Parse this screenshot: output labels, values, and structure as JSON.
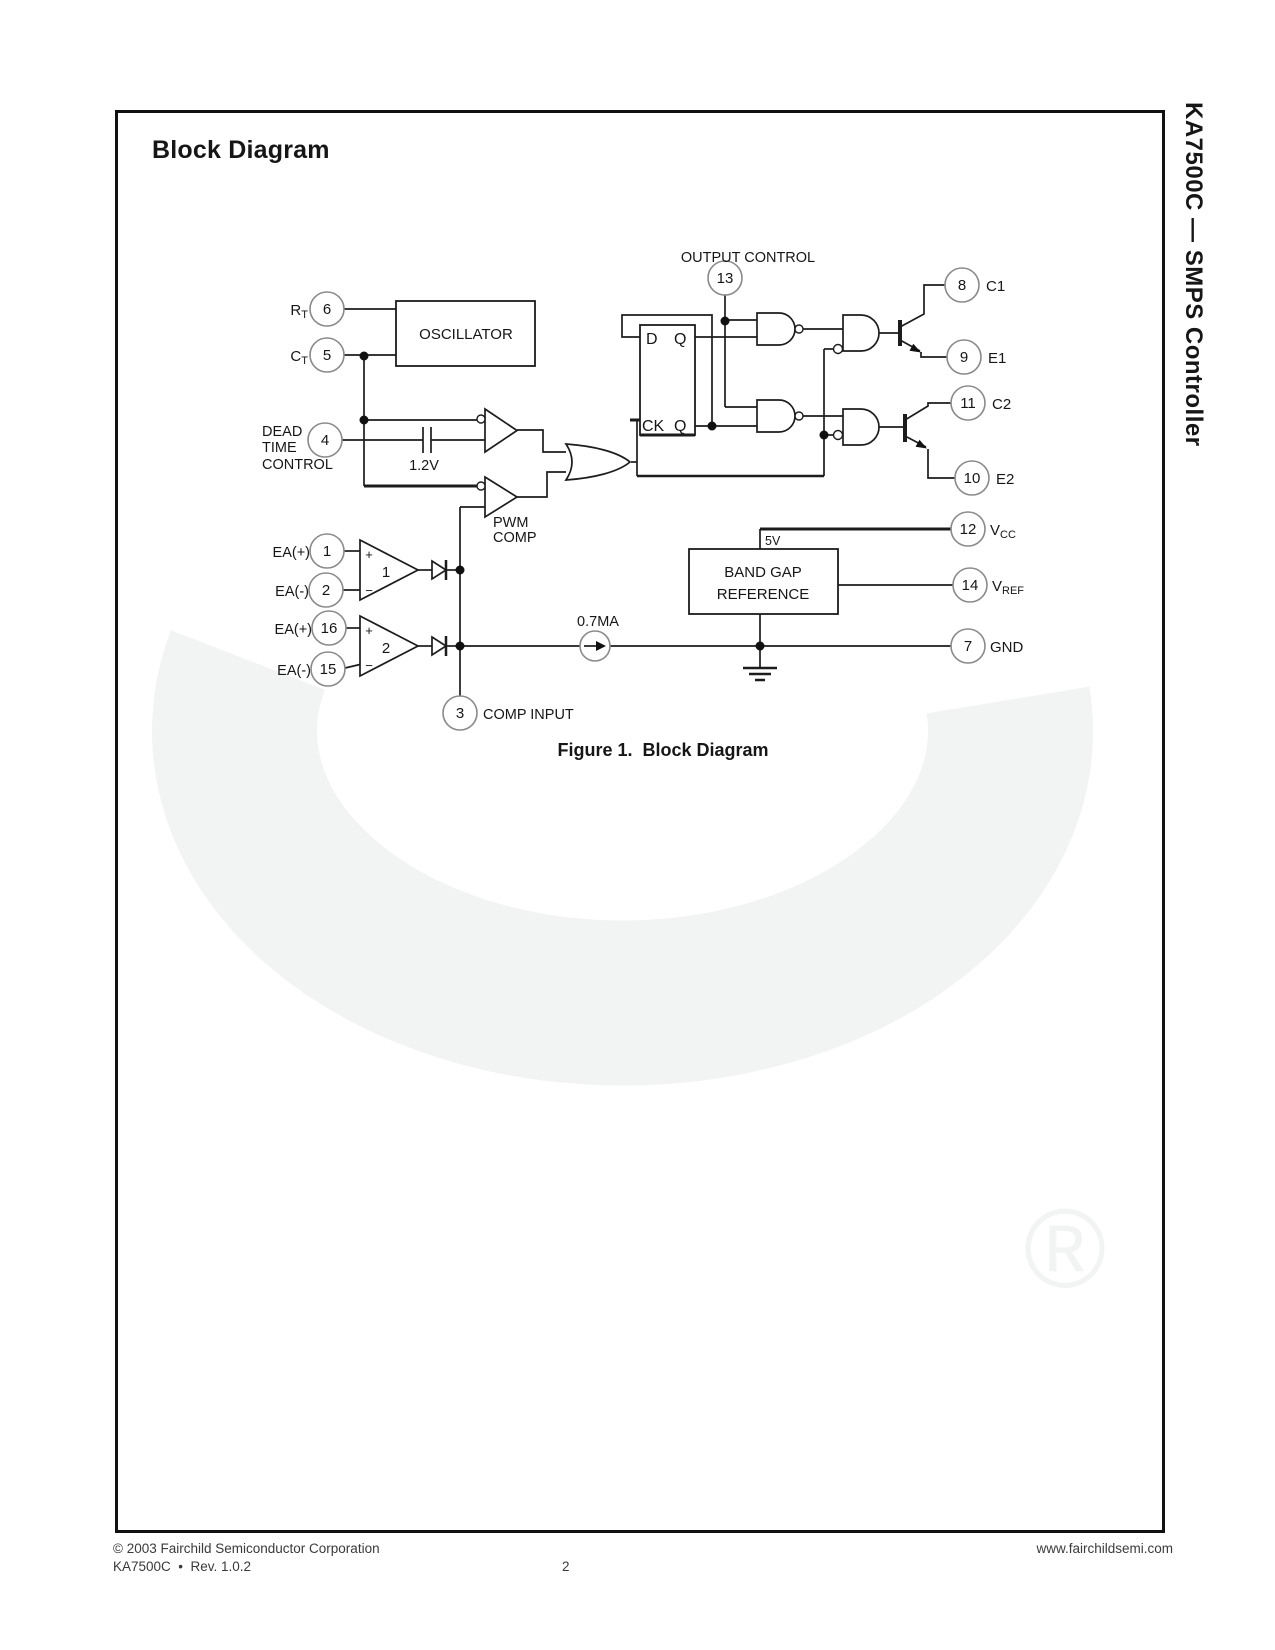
{
  "colors": {
    "line": "#1c1c1c",
    "pin_circle": "#8a8a8a",
    "watermark": "#f2f3f3",
    "footer_text": "#3a3a3a"
  },
  "page": {
    "heading": "Block Diagram",
    "side_title": "KA7500C — SMPS Controller",
    "caption": "Figure 1.  Block Diagram",
    "registered_mark": "®"
  },
  "footer": {
    "copyright": "© 2003 Fairchild Semiconductor Corporation",
    "revision": "KA7500C  •  Rev. 1.0.2",
    "page_number": "2",
    "website": "www.fairchildsemi.com"
  },
  "diagram": {
    "oscillator": "OSCILLATOR",
    "bandgap": {
      "line1": "BAND GAP",
      "line2": "REFERENCE",
      "voltage": "5V"
    },
    "flipflop": {
      "d": "D",
      "q": "Q",
      "ck": "CK",
      "qb": "Q"
    },
    "pwm": {
      "line1": "PWM",
      "line2": "COMP"
    },
    "dead_time": {
      "l1": "DEAD",
      "l2": "TIME",
      "l3": "CONTROL",
      "ref": "1.2V"
    },
    "current_source": "0.7MA",
    "output_control": "OUTPUT CONTROL",
    "comp_input": "COMP INPUT",
    "amp1": {
      "num": "1",
      "plus": "+",
      "minus": "−"
    },
    "amp2": {
      "num": "2",
      "plus": "+",
      "minus": "−"
    },
    "pins": {
      "rt": {
        "num": "6",
        "main": "R",
        "sub": "T"
      },
      "ct": {
        "num": "5",
        "main": "C",
        "sub": "T"
      },
      "dtc": {
        "num": "4"
      },
      "ea1p": {
        "num": "1",
        "label": "EA(+)"
      },
      "ea1m": {
        "num": "2",
        "label": "EA(-)"
      },
      "ea2p": {
        "num": "16",
        "label": "EA(+)"
      },
      "ea2m": {
        "num": "15",
        "label": "EA(-)"
      },
      "comp": {
        "num": "3"
      },
      "oc": {
        "num": "13"
      },
      "c1": {
        "num": "8",
        "label": "C1"
      },
      "e1": {
        "num": "9",
        "label": "E1"
      },
      "c2": {
        "num": "11",
        "label": "C2"
      },
      "e2": {
        "num": "10",
        "label": "E2"
      },
      "vcc": {
        "num": "12",
        "main": "V",
        "sub": "CC"
      },
      "vref": {
        "num": "14",
        "main": "V",
        "sub": "REF"
      },
      "gnd": {
        "num": "7",
        "label": "GND"
      }
    }
  }
}
